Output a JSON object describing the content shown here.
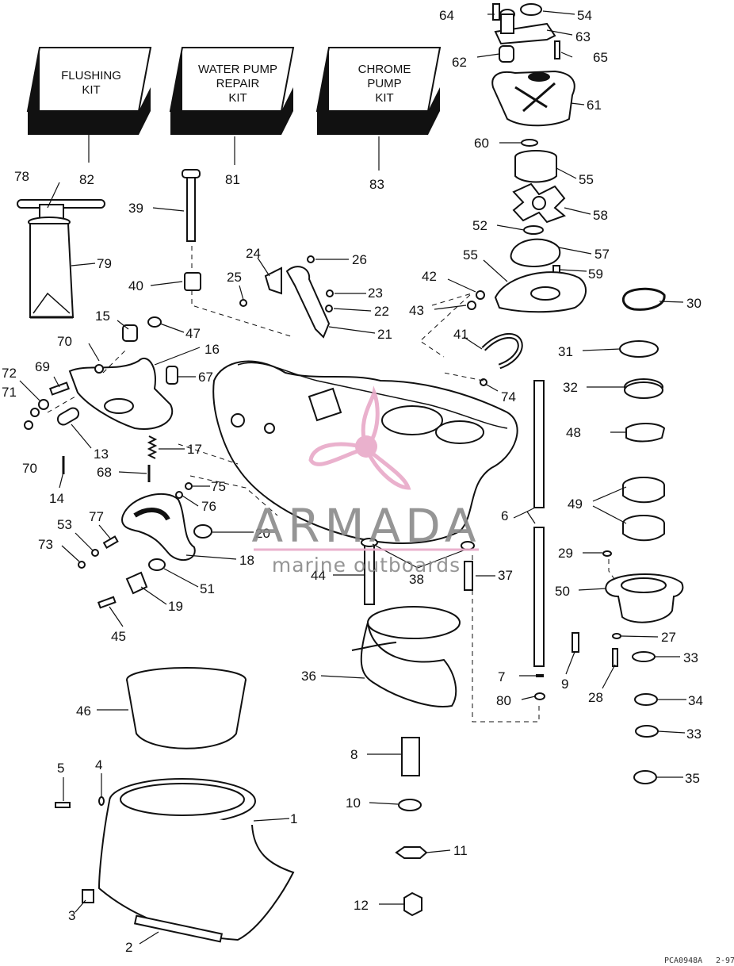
{
  "diagram": {
    "kits": [
      {
        "id": "flushing",
        "lines": [
          "FLUSHING",
          "KIT"
        ],
        "callout": "82"
      },
      {
        "id": "water-pump",
        "lines": [
          "WATER PUMP",
          "REPAIR",
          "KIT"
        ],
        "callout": "81"
      },
      {
        "id": "chrome-pump",
        "lines": [
          "CHROME",
          "PUMP",
          "KIT"
        ],
        "callout": "83"
      }
    ],
    "callouts": {
      "c1": "1",
      "c2": "2",
      "c3": "3",
      "c4": "4",
      "c5": "5",
      "c6": "6",
      "c7": "7",
      "c8": "8",
      "c9": "9",
      "c10": "10",
      "c11": "11",
      "c12": "12",
      "c13": "13",
      "c14": "14",
      "c15": "15",
      "c16": "16",
      "c17": "17",
      "c18": "18",
      "c19": "19",
      "c20": "20",
      "c21": "21",
      "c22": "22",
      "c23": "23",
      "c24": "24",
      "c25": "25",
      "c26": "26",
      "c27": "27",
      "c28": "28",
      "c29": "29",
      "c30": "30",
      "c31": "31",
      "c32": "32",
      "c33a": "33",
      "c33b": "33",
      "c34": "34",
      "c35": "35",
      "c36": "36",
      "c37": "37",
      "c38": "38",
      "c39": "39",
      "c40": "40",
      "c41": "41",
      "c42": "42",
      "c43": "43",
      "c44": "44",
      "c45": "45",
      "c46": "46",
      "c47": "47",
      "c48": "48",
      "c49": "49",
      "c50": "50",
      "c51": "51",
      "c52": "52",
      "c53": "53",
      "c54": "54",
      "c55a": "55",
      "c55b": "55",
      "c57": "57",
      "c58": "58",
      "c59": "59",
      "c60": "60",
      "c61": "61",
      "c62": "62",
      "c63": "63",
      "c64": "64",
      "c65": "65",
      "c67": "67",
      "c68": "68",
      "c69": "69",
      "c70a": "70",
      "c70b": "70",
      "c71": "71",
      "c72": "72",
      "c73": "73",
      "c74": "74",
      "c75": "75",
      "c76": "76",
      "c77": "77",
      "c78": "78",
      "c79": "79",
      "c80": "80"
    },
    "footer_code": "PCA0948A",
    "footer_date": "2-97"
  },
  "watermark": {
    "name": "ARMADA",
    "subtitle": "marine outboards",
    "accent_color": "#e8a9c8",
    "text_color": "#8a8a8a"
  }
}
